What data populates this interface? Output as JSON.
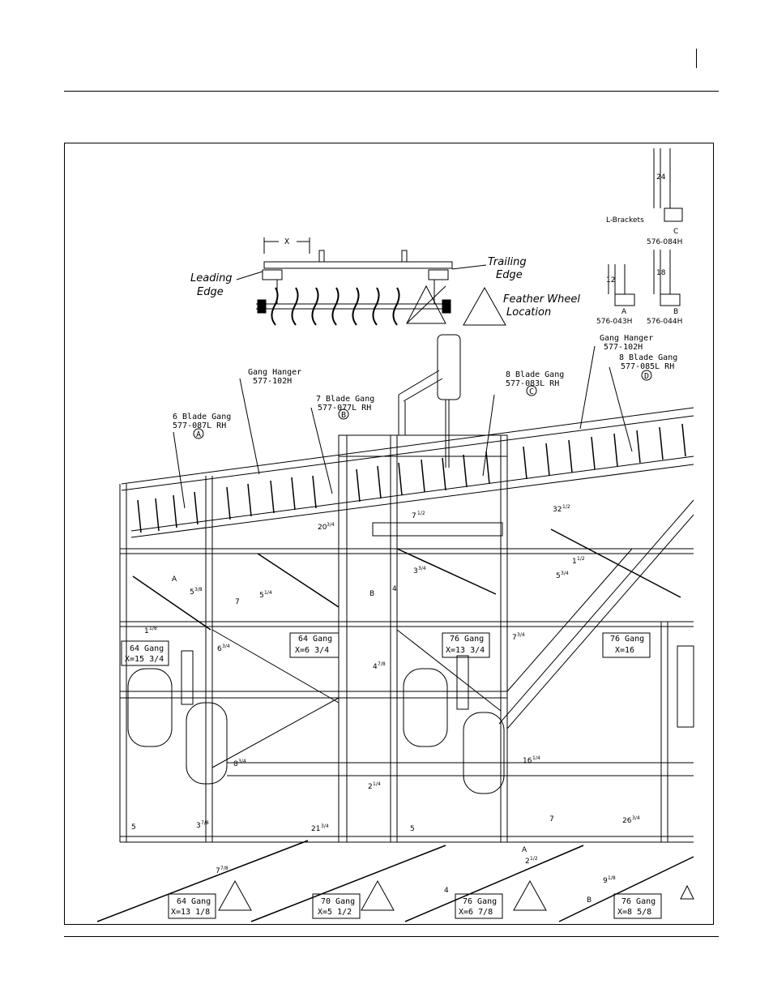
{
  "labels": {
    "leading_edge_1": "Leading",
    "leading_edge_2": "Edge",
    "trailing_edge_1": "Trailing",
    "trailing_edge_2": "Edge",
    "feather_1": "Feather Wheel",
    "feather_2": "Location",
    "l_brackets": "L-Brackets",
    "x_dim": "X",
    "bracket_a": "A",
    "bracket_a_part": "576-043H",
    "bracket_a_dim": "12",
    "bracket_b": "B",
    "bracket_b_part": "576-044H",
    "bracket_b_dim": "18",
    "bracket_c": "C",
    "bracket_c_part": "576-084H",
    "bracket_c_dim": "24",
    "gang_hanger_left_1": "Gang Hanger",
    "gang_hanger_left_2": "577-102H",
    "gang_hanger_right_1": "Gang Hanger",
    "gang_hanger_right_2": "577-102H",
    "gang6_1": "6 Blade Gang",
    "gang6_2": "577-087L RH",
    "gang6_tag": "A",
    "gang7_1": "7 Blade Gang",
    "gang7_2": "577-077L RH",
    "gang7_tag": "B",
    "gang8c_1": "8 Blade Gang",
    "gang8c_2": "577-083L RH",
    "gang8c_tag": "C",
    "gang8d_1": "8 Blade Gang",
    "gang8d_2": "577-085L RH",
    "gang8d_tag": "D"
  },
  "boxes": [
    {
      "line1": "64 Gang",
      "line2": "X=15 3/4"
    },
    {
      "line1": "64 Gang",
      "line2": "X=6 3/4"
    },
    {
      "line1": "76 Gang",
      "line2": "X=13 3/4"
    },
    {
      "line1": "76 Gang",
      "line2": "X=16"
    },
    {
      "line1": "64 Gang",
      "line2": "X=13 1/8"
    },
    {
      "line1": "70 Gang",
      "line2": "X=5 1/2"
    },
    {
      "line1": "76 Gang",
      "line2": "X=6 7/8"
    },
    {
      "line1": "76 Gang",
      "line2": "X=8 5/8"
    }
  ],
  "dims": {
    "d1": "32",
    "d1f": "1/2",
    "d2": "7",
    "d2f": "1/2",
    "d3": "20",
    "d3f": "3/4",
    "d4": "5",
    "d4f": "3/8",
    "d5": "7",
    "d6": "5",
    "d6f": "1/4",
    "d7": "4",
    "d8": "3",
    "d8f": "3/4",
    "d9": "1",
    "d9f": "1/2",
    "d10": "5",
    "d10f": "3/4",
    "d11": "1",
    "d11f": "1/8",
    "d12": "6",
    "d12f": "3/4",
    "d13": "7",
    "d13f": "3/4",
    "d14": "4",
    "d14f": "7/8",
    "d15": "8",
    "d15f": "3/4",
    "d16": "2",
    "d16f": "1/4",
    "d17": "16",
    "d17f": "1/4",
    "d18": "5",
    "d19": "3",
    "d19f": "7/8",
    "d20": "21",
    "d20f": "3/4",
    "d21": "5",
    "d22": "26",
    "d22f": "3/4",
    "d23": "7",
    "d24": "2",
    "d24f": "1/2",
    "d25": "9",
    "d25f": "1/8",
    "d26": "7",
    "d26f": "7/8",
    "d27": "4"
  },
  "point_letters": {
    "a": "A",
    "b": "B"
  }
}
